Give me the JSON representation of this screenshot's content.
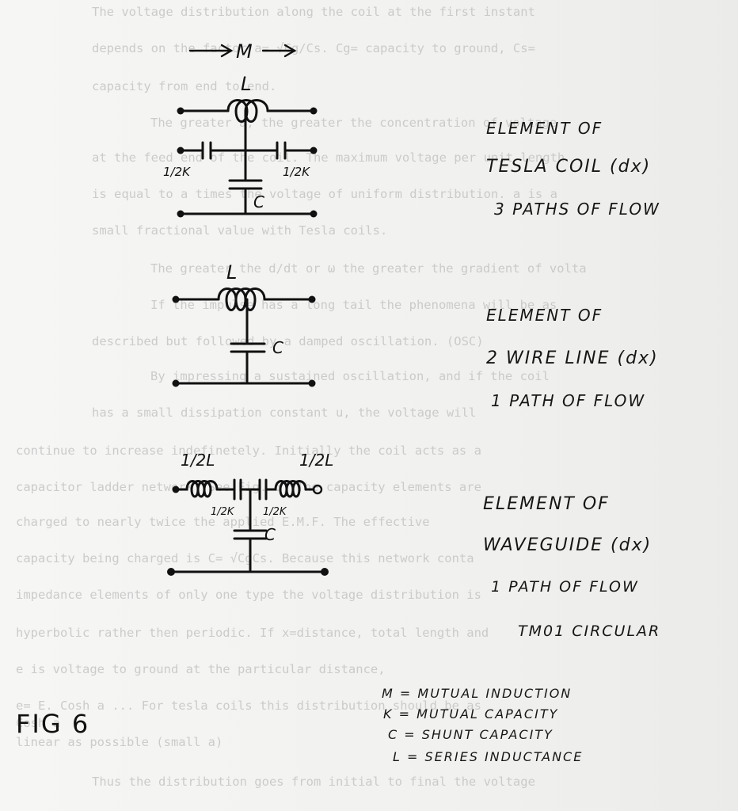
{
  "background_text": [
    "The voltage distribution along the coil at the first instant",
    "depends on the factor a= √Cg/Cs.  Cg= capacity to ground, Cs=",
    "capacity from end to end.",
    "The greater a, the greater the concentration of voltage",
    "at the feed end of the coil.  The maximum voltage per unit length",
    "is equal to a times the voltage of uniform distribution.  a is a",
    "small fractional value with Tesla coils.",
    "The greater the d/dt or ω the greater the gradient of volta",
    "If the impulse has a long tail the phenomena will be as",
    "described but followed by a damped oscillation. (OSC)",
    "By impressing a sustained oscillation, and if the coil",
    "has a small dissipation constant u, the voltage will",
    "continue to increase indefinetely.  Initially the coil acts as a",
    "capacitor ladder network (See Fig. 5)  The capacity elements are",
    "charged to nearly twice the applied E.M.F.  The effective",
    "capacity being charged is C= √CgCs.  Because this network conta",
    "impedance elements of only one type the voltage distribution is",
    "hyperbolic rather then periodic.  If x=distance, total length and",
    "e is voltage to ground at the particular distance,",
    "e= E. Cosh a ...  For tesla coils this distribution should be as",
    "     Cosh a",
    "linear as possible (small a)",
    "Thus the distribution goes from initial to final the voltage"
  ],
  "circuit_labels": {
    "mutual_arrow_label": "M",
    "coil_inductor": "L",
    "coil_caps_left": "1/2K",
    "coil_caps_right": "1/2K",
    "coil_shunt": "C",
    "line_inductor": "L",
    "line_shunt": "C",
    "wg_inductor_left": "1/2L",
    "wg_inductor_right": "1/2L",
    "wg_cap_left": "1/2K",
    "wg_cap_right": "1/2K",
    "wg_shunt": "C"
  },
  "descriptions": {
    "tesla": [
      "ELEMENT OF",
      "TESLA COIL  (dx)",
      "3 PATHS OF FLOW"
    ],
    "line": [
      "ELEMENT OF",
      "2 WIRE LINE  (dx)",
      "1 PATH OF FLOW"
    ],
    "waveguide": [
      "ELEMENT OF",
      "WAVEGUIDE  (dx)",
      "1 PATH OF FLOW",
      "TM01 CIRCULAR"
    ]
  },
  "legend": [
    "M = MUTUAL INDUCTION",
    "K = MUTUAL CAPACITY",
    "C = SHUNT CAPACITY",
    "L = SERIES INDUCTANCE"
  ],
  "figure_label": "FIG 6"
}
